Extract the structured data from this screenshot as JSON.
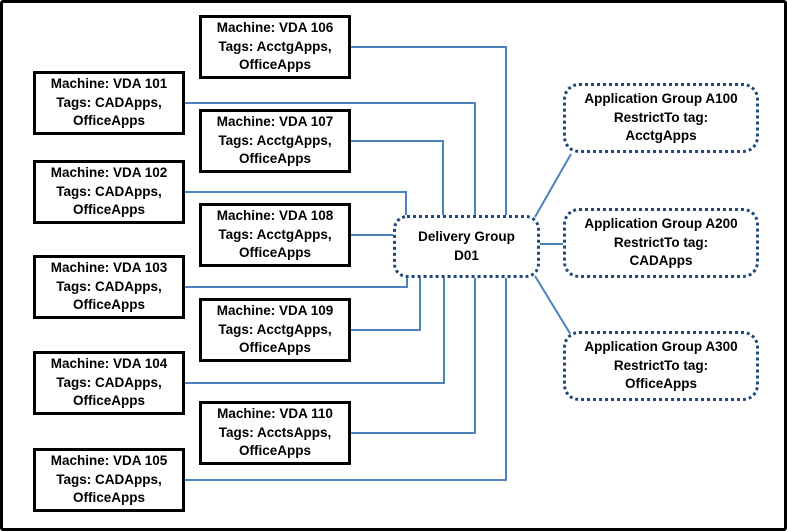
{
  "machines": [
    {
      "title": "Machine: VDA 101",
      "tags1": "Tags: CADApps,",
      "tags2": "OfficeApps"
    },
    {
      "title": "Machine: VDA 102",
      "tags1": "Tags: CADApps,",
      "tags2": "OfficeApps"
    },
    {
      "title": "Machine: VDA 103",
      "tags1": "Tags: CADApps,",
      "tags2": "OfficeApps"
    },
    {
      "title": "Machine: VDA 104",
      "tags1": "Tags: CADApps,",
      "tags2": "OfficeApps"
    },
    {
      "title": "Machine: VDA 105",
      "tags1": "Tags: CADApps,",
      "tags2": "OfficeApps"
    },
    {
      "title": "Machine: VDA 106",
      "tags1": "Tags: AcctgApps,",
      "tags2": "OfficeApps"
    },
    {
      "title": "Machine: VDA 107",
      "tags1": "Tags: AcctgApps,",
      "tags2": "OfficeApps"
    },
    {
      "title": "Machine: VDA 108",
      "tags1": "Tags: AcctgApps,",
      "tags2": "OfficeApps"
    },
    {
      "title": "Machine: VDA 109",
      "tags1": "Tags: AcctgApps,",
      "tags2": "OfficeApps"
    },
    {
      "title": "Machine: VDA 110",
      "tags1": "Tags: AcctsApps,",
      "tags2": "OfficeApps"
    }
  ],
  "delivery_group": {
    "line1": "Delivery Group",
    "line2": "D01"
  },
  "app_groups": [
    {
      "line1": "Application Group A100",
      "line2": "RestrictTo tag:",
      "line3": "AcctgApps"
    },
    {
      "line1": "Application Group A200",
      "line2": "RestrictTo tag:",
      "line3": "CADApps"
    },
    {
      "line1": "Application Group A300",
      "line2": "RestrictTo tag:",
      "line3": "OfficeApps"
    }
  ],
  "colors": {
    "connector_line": "#4f81bd",
    "dotted_border": "#1f497d",
    "machine_border": "#000000",
    "background": "#ffffff"
  }
}
